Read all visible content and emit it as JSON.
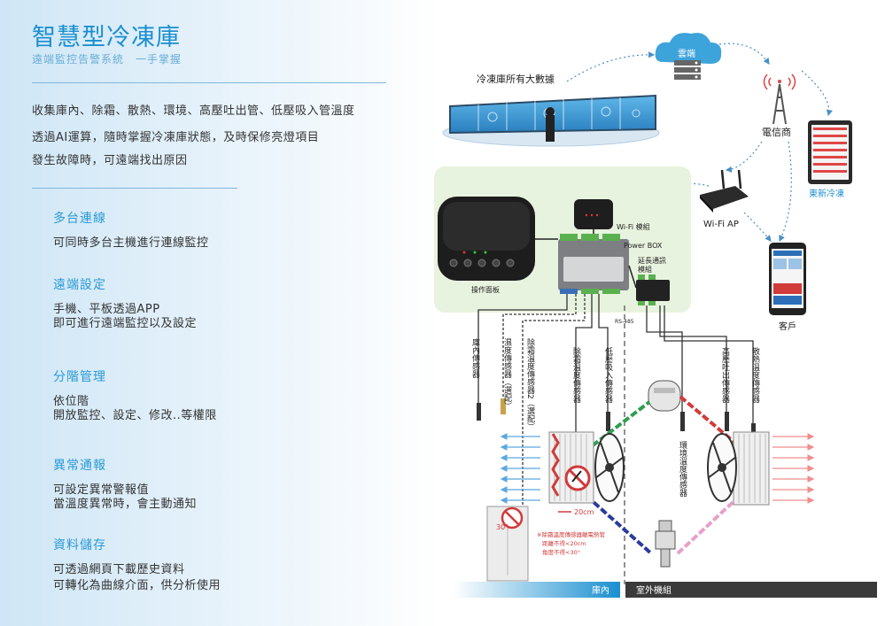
{
  "header": {
    "title": "智慧型冷凍庫",
    "subtitle": "遠端監控告警系統　一手掌握"
  },
  "intro": [
    "收集庫內、除霜、散熱、環境、高壓吐出管、低壓吸入管溫度",
    "透過AI運算，隨時掌握冷凍庫狀態，及時保修亮燈項目",
    "發生故障時，可遠端找出原因"
  ],
  "features": [
    {
      "title": "多台連線",
      "lines": [
        "可同時多台主機進行連線監控"
      ]
    },
    {
      "title": "遠端設定",
      "lines": [
        "手機、平板透過APP",
        "即可進行遠端監控以及設定"
      ]
    },
    {
      "title": "分階管理",
      "lines": [
        "依位階",
        "開放監控、設定、修改..等權限"
      ]
    },
    {
      "title": "異常通報",
      "lines": [
        "可設定異常警報值",
        "當溫度異常時，會主動通知"
      ]
    },
    {
      "title": "資料儲存",
      "lines": [
        "可透過網頁下載歷史資料",
        "可轉化為曲線介面，供分析使用"
      ]
    }
  ],
  "diagram": {
    "bigdata_label": "冷凍庫所有大數據",
    "cloud_label": "雲端",
    "telecom_label": "電信商",
    "tablet_label": "東新冷凍",
    "wifi_ap_label": "Wi-Fi AP",
    "wifi_module_label": "Wi-Fi 模組",
    "power_box_label": "Power BOX",
    "ext_module_label": "延長通訊\n模組",
    "panel_label": "操作面板",
    "customer_label": "客戶",
    "rs485_label": "RS-485",
    "sensors": [
      "庫內傳感器",
      "濕度傳感器（選配）",
      "除霜溫度傳感器2（選配）",
      "除霜溫度傳感器",
      "低壓吸入傳感器",
      "環境溫度傳感器",
      "高壓吐出傳感器",
      "散熱溫度傳感器"
    ],
    "heater_label": "電熱管",
    "heater2_label": "電熱管",
    "evaporator_label": "蒸發器2",
    "distance_label": "20cm",
    "angle_label": "30°",
    "note_lines": [
      "※除霜溫度傳感器離電熱管",
      "距離不得<20cm",
      "角度不得<30°"
    ],
    "indoor_label": "庫內",
    "outdoor_label": "室外機組",
    "colors": {
      "accent": "#1a8fd0",
      "green_pipe": "#2e9e4f",
      "red_pipe": "#d23a3a",
      "blue_pipe": "#2a3b9c",
      "pink_pipe": "#e7a1c8",
      "cold_arrow": "#5aa8e0",
      "hot_arrow": "#f08d8d"
    }
  }
}
